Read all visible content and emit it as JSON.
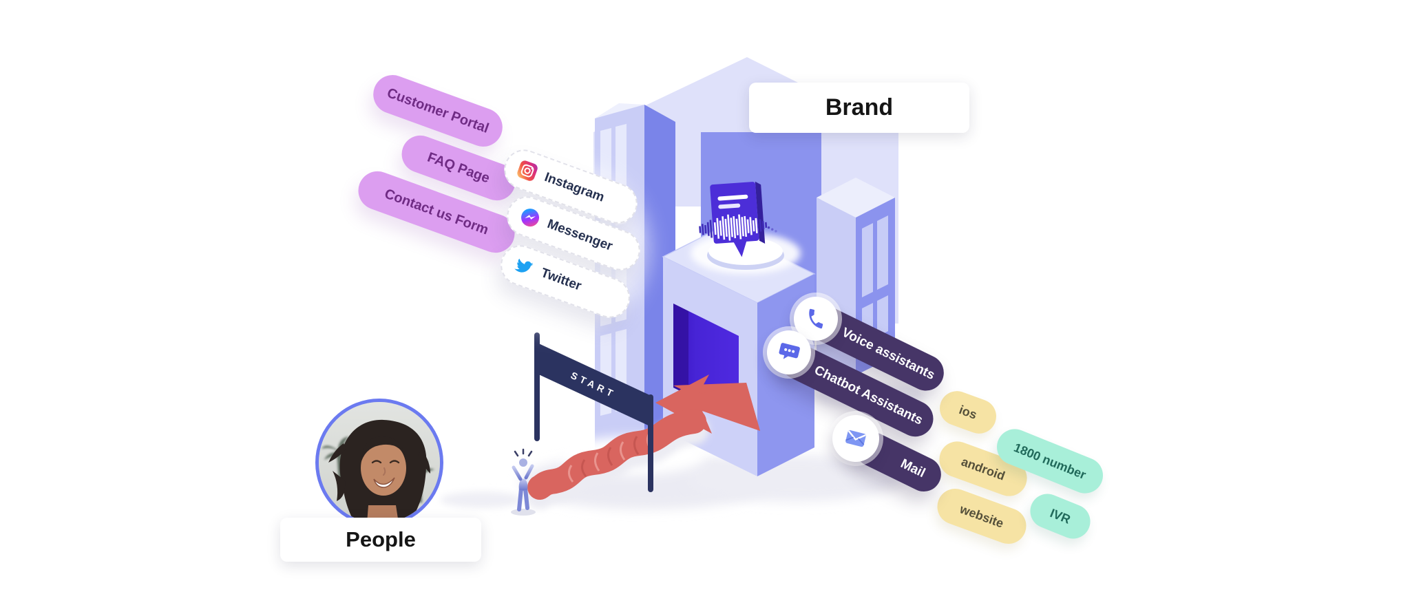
{
  "illustration": {
    "brand": {
      "label": "Brand"
    },
    "people": {
      "label": "People"
    },
    "start_banner": {
      "label": "START"
    },
    "channel_groups": {
      "self_service": {
        "items": [
          {
            "label": "Customer Portal"
          },
          {
            "label": "FAQ Page"
          },
          {
            "label": "Contact us Form"
          }
        ]
      },
      "social": {
        "items": [
          {
            "label": "Instagram",
            "icon": "instagram-icon"
          },
          {
            "label": "Messenger",
            "icon": "messenger-icon"
          },
          {
            "label": "Twitter",
            "icon": "twitter-icon"
          }
        ]
      },
      "assistants": {
        "items": [
          {
            "label": "Voice assistants",
            "icon": "phone-icon"
          },
          {
            "label": "Chatbot Assistants",
            "icon": "chatbot-icon"
          },
          {
            "label": "Mail",
            "icon": "mail-icon"
          }
        ]
      },
      "platforms": {
        "items": [
          {
            "label": "ios"
          },
          {
            "label": "android"
          },
          {
            "label": "website"
          }
        ]
      },
      "telephony": {
        "items": [
          {
            "label": "1800 number"
          },
          {
            "label": "IVR"
          }
        ]
      }
    },
    "colors": {
      "self_service_pill": "#dc9ef0",
      "social_pill": "#ffffff",
      "assistant_pill": "#463567",
      "platform_pill": "#f6e3a4",
      "telephony_pill": "#a8efd9",
      "building_light": "#c9cdf6",
      "building_mid": "#8b93ee",
      "door": "#4c24d9",
      "carpet": "#d9655f",
      "banner": "#2b3360",
      "avatar_ring": "#6b7af0",
      "bubble": "#4c2ed8"
    }
  }
}
